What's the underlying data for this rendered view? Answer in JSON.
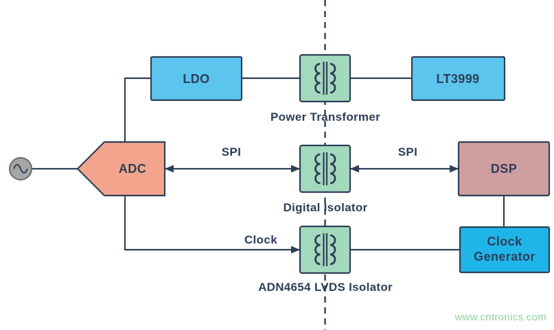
{
  "blocks": {
    "ldo": {
      "label": "LDO"
    },
    "power_transformer": {
      "caption": "Power Transformer"
    },
    "lt3999": {
      "label": "LT3999"
    },
    "adc": {
      "label": "ADC"
    },
    "digital_isolator": {
      "caption": "Digital Isolator"
    },
    "dsp": {
      "label": "DSP"
    },
    "lvds_isolator": {
      "caption": "ADN4654 LVDS Isolator"
    },
    "clock_generator": {
      "line1": "Clock",
      "line2": "Generator"
    }
  },
  "bus_labels": {
    "spi_left": "SPI",
    "spi_right": "SPI",
    "clock": "Clock"
  },
  "watermark": "www.cntronics.com",
  "colors": {
    "line": "#2e3e58",
    "blue_block": "#5bc5ed",
    "green_block": "#a3d9bc",
    "salmon_block": "#f2a58c",
    "rose_block": "#cf9e9e",
    "cyan_block": "#1fb5e9",
    "source_gray": "#a6a6a6",
    "source_border": "#6b6b6b",
    "watermark_green": "#8fd19b"
  }
}
